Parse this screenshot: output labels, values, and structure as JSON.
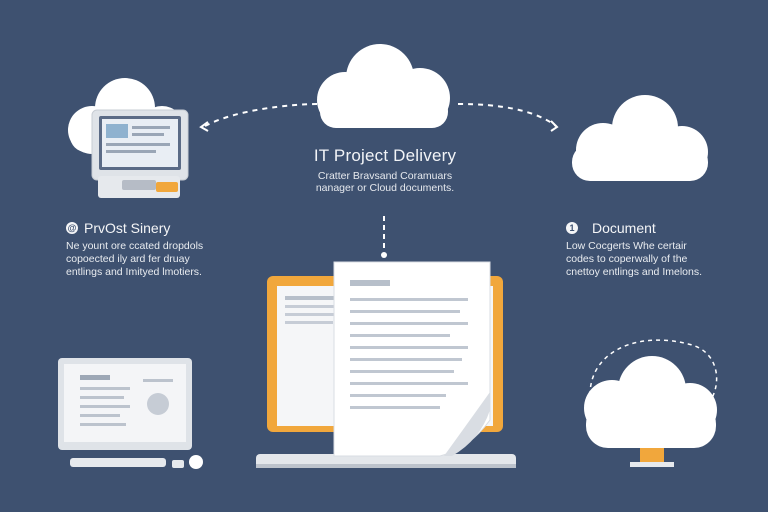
{
  "center": {
    "title": "IT Project Delivery",
    "subtitle_lines": [
      "Cratter Bravsand Coramuars",
      "nanager or Cloud documents."
    ]
  },
  "left": {
    "badge": "@",
    "heading": "PrvOst Sinery",
    "body_lines": [
      "Ne yount ore ccated dropdols",
      "copoected ily ard fer druay",
      "entlings and Imityed lmotiers."
    ]
  },
  "right": {
    "badge": "1",
    "heading": "Document",
    "body_lines": [
      "Low Cocgerts Whe certair",
      "codes to coperwally of the",
      "cnettoy entlings and Imelons."
    ]
  },
  "icons": [
    "cloud-icon",
    "monitor-icon",
    "laptop-icon",
    "document-icon",
    "desktop-icon"
  ],
  "colors": {
    "background": "#3e5170",
    "accent": "#f1a73c",
    "cloud": "#ffffff"
  }
}
